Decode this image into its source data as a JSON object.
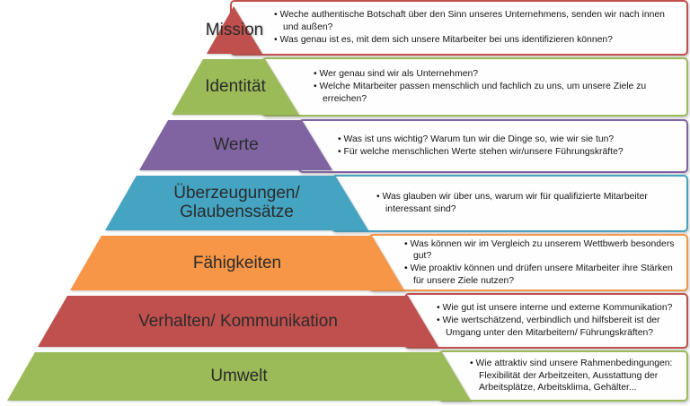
{
  "palette": {
    "red": "#c0504d",
    "green": "#9bbb59",
    "purple": "#8064a2",
    "teal": "#44a4c2",
    "orange": "#f79646"
  },
  "levels": [
    {
      "label": "Mission",
      "color": "#c0504d",
      "bullets": [
        "Weche authentische Botschaft über den Sinn unseres Unternehmens, senden wir nach innen und außen?",
        "Was genau ist es, mit dem sich unsere Mitarbeiter bei uns identifizieren können?"
      ]
    },
    {
      "label": "Identität",
      "color": "#9bbb59",
      "bullets": [
        "Wer genau sind wir als Unternehmen?",
        "Welche Mitarbeiter passen menschlich und fachlich zu uns, um unsere Ziele zu erreichen?"
      ]
    },
    {
      "label": "Werte",
      "color": "#8064a2",
      "bullets": [
        "Was ist uns wichtig? Warum tun wir die Dinge so, wie wir sie tun?",
        "Für welche menschlichen Werte stehen wir/unsere Führungskräfte?"
      ]
    },
    {
      "label": "Überzeugungen/ Glaubenssätze",
      "color": "#44a4c2",
      "bullets": [
        "Was glauben wir über uns, warum wir für qualifizierte Mitarbeiter interessant sind?"
      ]
    },
    {
      "label": "Fähigkeiten",
      "color": "#f79646",
      "bullets": [
        "Was können wir im Vergleich zu unserem Wettbwerb besonders gut?",
        "Wie proaktiv können und drüfen unsere Mitarbeiter ihre Stärken für unsere Ziele nutzen?"
      ]
    },
    {
      "label": "Verhalten/ Kommunikation",
      "color": "#c0504d",
      "bullets": [
        "Wie gut ist unsere interne und externe Kommunikation?",
        "Wie wertschätzend, verbindlich und hilfsbereit ist der Umgang unter den Mitarbeitern/ Führungskräften?"
      ]
    },
    {
      "label": "Umwelt",
      "color": "#9bbb59",
      "bullets": [
        "Wie attraktiv sind unsere Rahmenbedingungen: Flexibilität der Arbeitzeiten, Ausstattung der Arbeitsplätze, Arbeitsklima, Gehälter..."
      ]
    }
  ]
}
